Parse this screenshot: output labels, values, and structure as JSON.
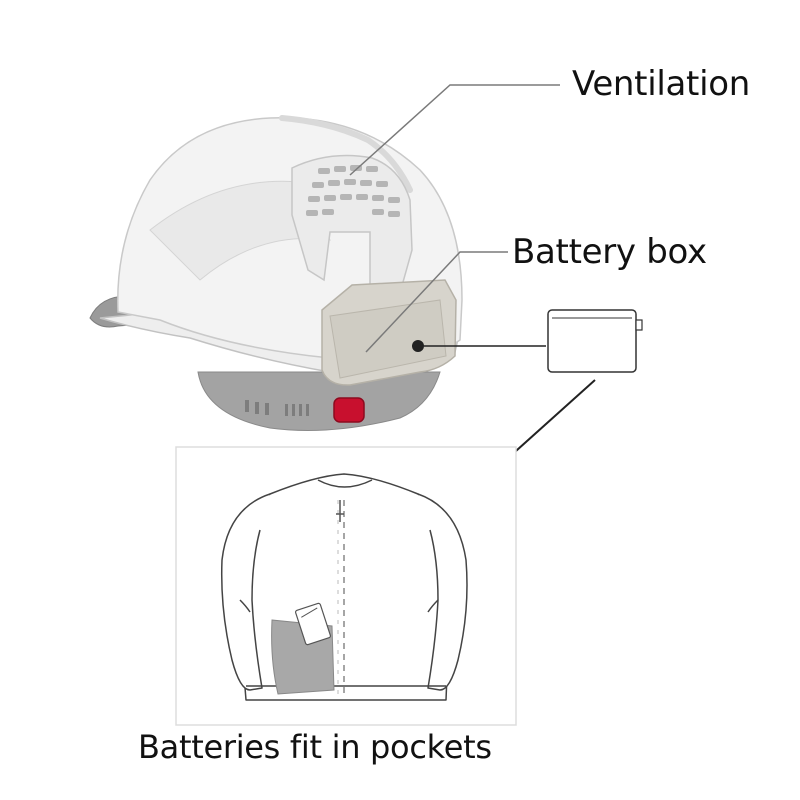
{
  "labels": {
    "ventilation": "Ventilation",
    "battery_box": "Battery box",
    "caption": "Batteries fit in pockets"
  },
  "colors": {
    "helmet_shell": "#f2f2f2",
    "helmet_outline": "#c9c9c9",
    "battery_box": "#d7d4cc",
    "harness_gray": "#9a9a9a",
    "red_button": "#c8102e",
    "pocket_fill": "#a8a8a8",
    "leader_line": "#7a7a7a",
    "arrow": "#222222",
    "inset_border": "#dddddd"
  },
  "icons": {
    "helmet": "hard-hat-icon",
    "battery": "battery-pack-icon",
    "jacket": "jacket-icon"
  }
}
